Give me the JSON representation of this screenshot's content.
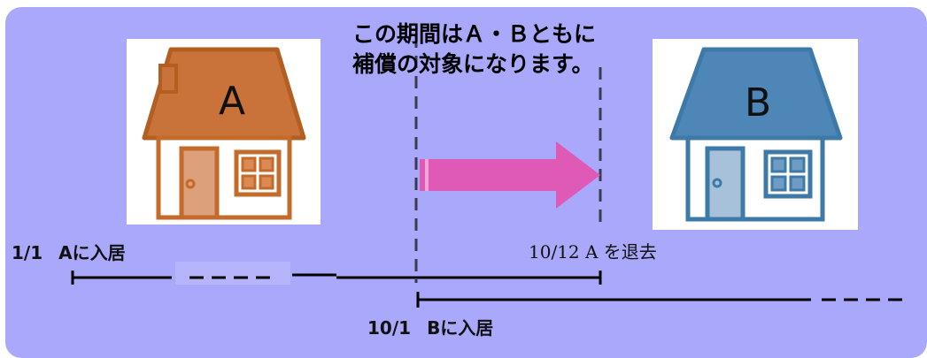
{
  "note": {
    "line1": "この期間はＡ・Ｂともに",
    "line2": "補償の対象になります。"
  },
  "house_a": {
    "letter": "A",
    "color": "#c46a2a"
  },
  "house_b": {
    "letter": "B",
    "color": "#3d7aa8"
  },
  "timeline": {
    "a_move_in": {
      "date": "1/1",
      "text": "Aに入居"
    },
    "a_move_out": {
      "date": "10/12",
      "text": "A を退去"
    },
    "b_move_in": {
      "date": "10/1",
      "text": "Bに入居"
    }
  },
  "colors": {
    "background": "#a9a8fb",
    "arrow": "#de5ab6",
    "line": "#000000"
  },
  "icons": [
    "house-a-icon",
    "house-b-icon",
    "right-arrow-icon"
  ]
}
